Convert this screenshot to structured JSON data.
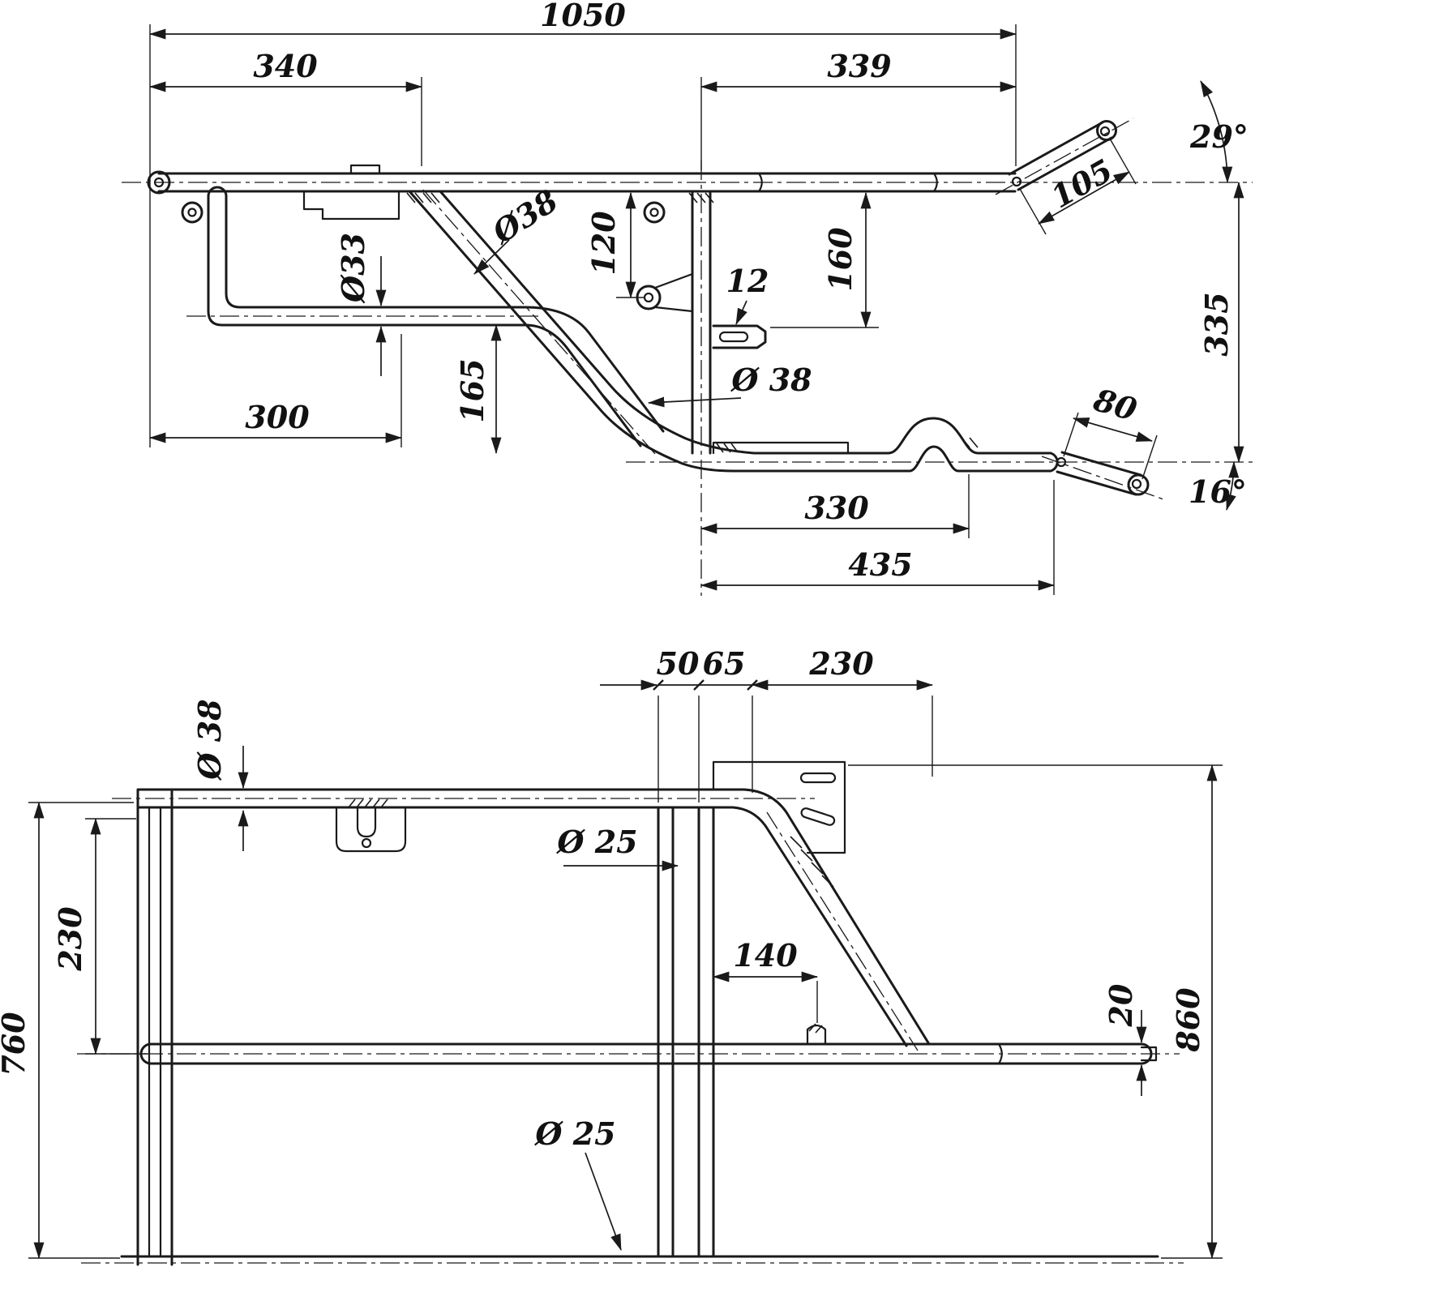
{
  "page": {
    "title": "Frame technical drawing, two views",
    "ink": "#1a1a1a",
    "paper": "#ffffff"
  },
  "side_view": {
    "name": "side-view",
    "dims": {
      "overall_length": "1050",
      "front_section": "340",
      "rear_section": "339",
      "head_angle": "29°",
      "head_stub_length": "105",
      "frame_height": "335",
      "rear_drop": "160",
      "bracket_drop": "120",
      "diag_tube_dia": "Ø38",
      "lower_tube_dia": "Ø33",
      "slot_width": "12",
      "mid_tube_dia": "Ø 38",
      "lower_height": "165",
      "front_lower": "300",
      "rear_lower_a": "330",
      "rear_lower_b": "435",
      "rear_stub_length": "80",
      "rear_stub_angle": "16°"
    }
  },
  "plan_view": {
    "name": "plan-view",
    "dims": {
      "top_tube_dia": "Ø 38",
      "offset_a": "50",
      "offset_b": "65",
      "rear_width": "230",
      "strut_dia": "Ø 25",
      "mid_height": "230",
      "front_height": "760",
      "clamp_offset": "140",
      "rear_height": "860",
      "end_dia": "20",
      "bottom_tube_dia": "Ø 25"
    }
  }
}
